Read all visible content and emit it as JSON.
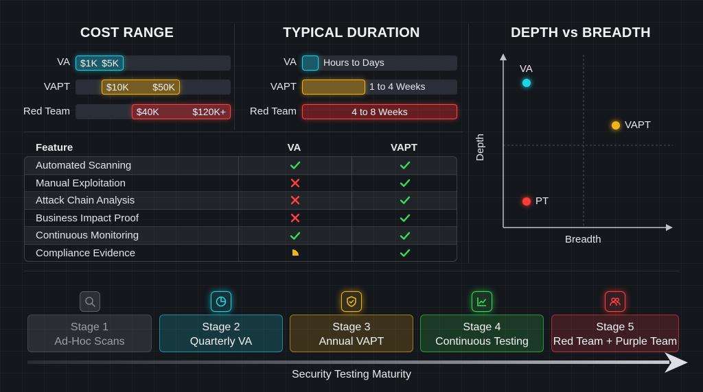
{
  "cost": {
    "title": "COST RANGE",
    "rows": [
      {
        "label": "VA",
        "low": "$1K",
        "high": "$5K"
      },
      {
        "label": "VAPT",
        "low": "$10K",
        "high": "$50K"
      },
      {
        "label": "Red Team",
        "low": "$40K",
        "high": "$120K+"
      }
    ]
  },
  "duration": {
    "title": "TYPICAL DURATION",
    "rows": [
      {
        "label": "VA",
        "value": "Hours to Days"
      },
      {
        "label": "VAPT",
        "value": "1 to 4 Weeks"
      },
      {
        "label": "Red Team",
        "value": "4 to 8 Weeks"
      }
    ]
  },
  "table": {
    "headers": [
      "Feature",
      "VA",
      "VAPT"
    ],
    "rows": [
      {
        "feature": "Automated Scanning",
        "va": "check",
        "vapt": "check"
      },
      {
        "feature": "Manual Exploitation",
        "va": "cross",
        "vapt": "check"
      },
      {
        "feature": "Attack Chain Analysis",
        "va": "cross",
        "vapt": "check"
      },
      {
        "feature": "Business Impact Proof",
        "va": "cross",
        "vapt": "check"
      },
      {
        "feature": "Continuous Monitoring",
        "va": "check",
        "vapt": "check"
      },
      {
        "feature": "Compliance Evidence",
        "va": "partial",
        "vapt": "check"
      }
    ]
  },
  "scatter": {
    "title": "DEPTH vs BREADTH",
    "xlabel": "Breadth",
    "ylabel": "Depth",
    "points": [
      {
        "label": "VA",
        "color": "#1fd3e6"
      },
      {
        "label": "VAPT",
        "color": "#f2b31c"
      },
      {
        "label": "PT",
        "color": "#ff3b3b"
      }
    ]
  },
  "maturity": {
    "axis_label": "Security Testing Maturity",
    "stages": [
      {
        "stage": "Stage 1",
        "name": "Ad-Hoc Scans",
        "icon": "search-shield-icon",
        "color": "#6b7078"
      },
      {
        "stage": "Stage 2",
        "name": "Quarterly VA",
        "icon": "pie-chart-icon",
        "color": "#1fd3e6"
      },
      {
        "stage": "Stage 3",
        "name": "Annual VAPT",
        "icon": "shield-check-icon",
        "color": "#f2b31c"
      },
      {
        "stage": "Stage 4",
        "name": "Continuous Testing",
        "icon": "line-chart-icon",
        "color": "#3ddc5a"
      },
      {
        "stage": "Stage 5",
        "name": "Red Team + Purple Team",
        "icon": "users-icon",
        "color": "#ff4242"
      }
    ]
  }
}
